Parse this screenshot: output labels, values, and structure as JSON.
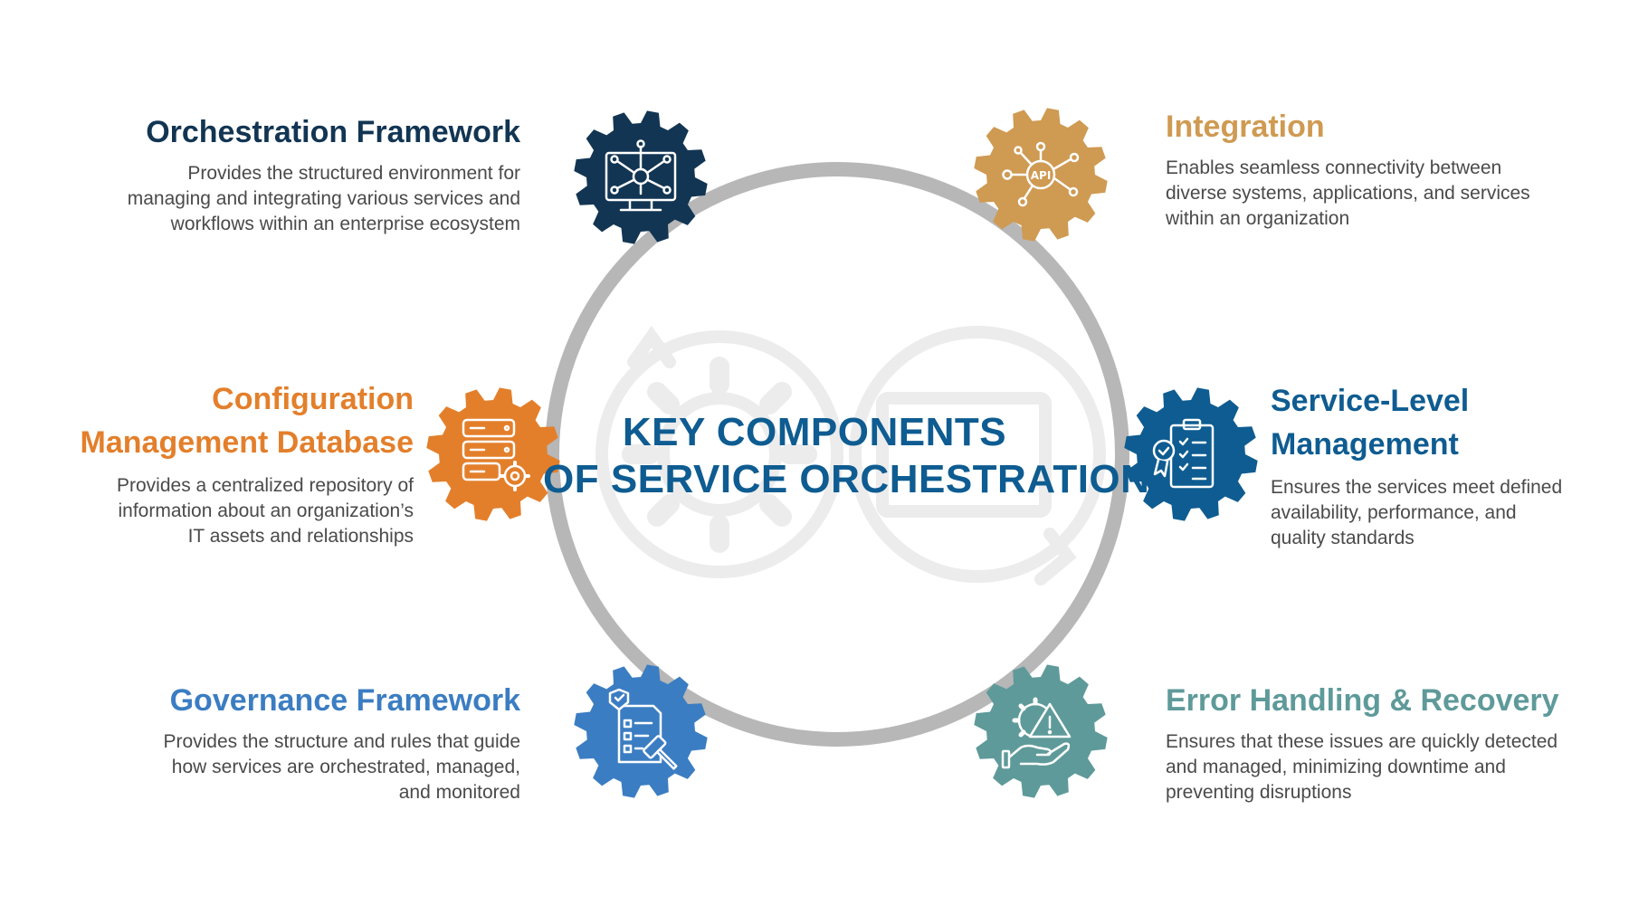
{
  "center_title": {
    "line1": "KEY COMPONENTS",
    "line2": "OF SERVICE ORCHESTRATION"
  },
  "components": {
    "orchestration": {
      "title": "Orchestration Framework",
      "desc": [
        "Provides the structured environment for",
        "managing and integrating various services and",
        "workflows within an enterprise ecosystem"
      ],
      "color": "#123553",
      "icon": "network-monitor-icon"
    },
    "integration": {
      "title": "Integration",
      "desc": [
        "Enables seamless connectivity between",
        "diverse systems, applications, and services",
        "within an organization"
      ],
      "color": "#cf9a52",
      "icon": "api-hub-icon"
    },
    "cmdb": {
      "title": [
        "Configuration",
        "Management Database"
      ],
      "desc": [
        "Provides a centralized repository of",
        "information about an organization’s",
        "IT assets and relationships"
      ],
      "color": "#e37f2b",
      "icon": "database-gear-icon"
    },
    "slm": {
      "title": [
        "Service-Level",
        "Management"
      ],
      "desc": [
        "Ensures the services meet defined",
        "availability, performance, and",
        "quality standards"
      ],
      "color": "#0e5c91",
      "icon": "checklist-award-icon"
    },
    "governance": {
      "title": "Governance Framework",
      "desc": [
        "Provides the structure and rules that guide",
        "how services are orchestrated, managed,",
        "and monitored"
      ],
      "color": "#3b7dc2",
      "icon": "policy-gavel-icon"
    },
    "error": {
      "title": "Error Handling & Recovery",
      "desc": [
        "Ensures that these issues are quickly detected",
        "and managed, minimizing downtime and",
        "preventing disruptions"
      ],
      "color": "#5f9a9a",
      "icon": "warning-gear-hand-icon"
    }
  },
  "ring_color": "#b7b7b7"
}
